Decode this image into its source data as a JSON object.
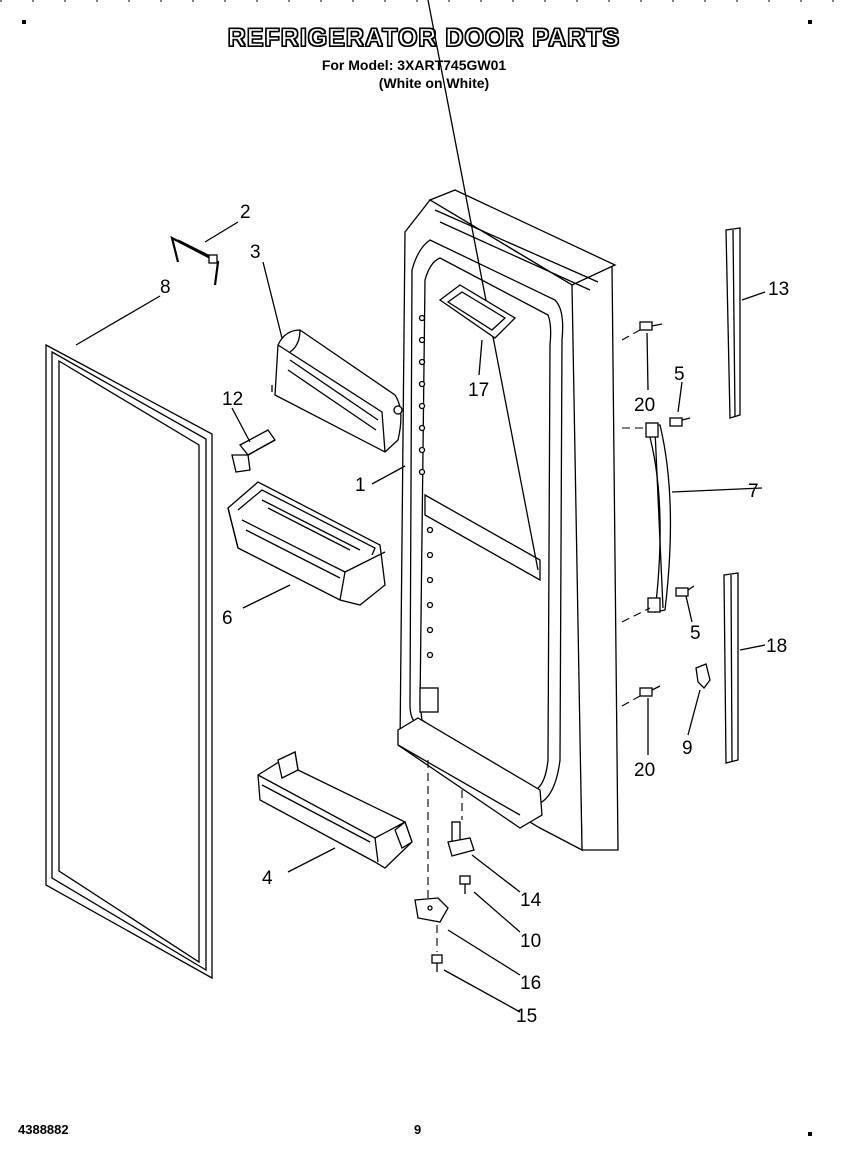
{
  "header": {
    "title": "REFRIGERATOR DOOR PARTS",
    "model_line": "For Model: 3XART745GW01",
    "finish_line": "(White on White)"
  },
  "footer": {
    "doc_number": "4388882",
    "page_number": "9"
  },
  "callouts": {
    "c1": "1",
    "c2": "2",
    "c3": "3",
    "c4": "4",
    "c5a": "5",
    "c5b": "5",
    "c6": "6",
    "c7": "7",
    "c8": "8",
    "c9": "9",
    "c10": "10",
    "c12": "12",
    "c13": "13",
    "c14": "14",
    "c15": "15",
    "c16": "16",
    "c17": "17",
    "c18": "18",
    "c20a": "20",
    "c20b": "20"
  }
}
